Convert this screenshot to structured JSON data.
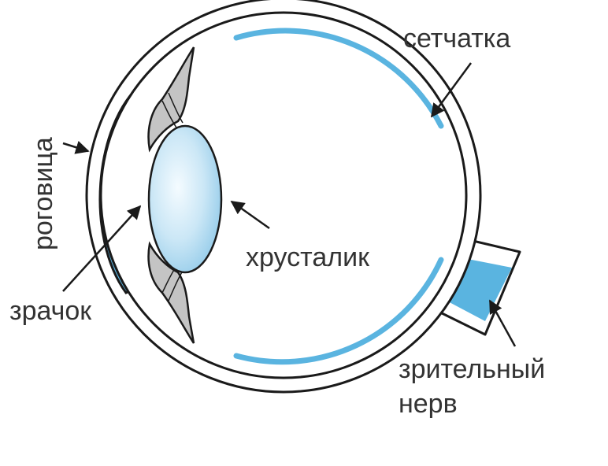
{
  "labels": {
    "retina": "сетчатка",
    "cornea": "роговица",
    "lens": "хрусталик",
    "pupil": "зрачок",
    "optic_nerve_line1": "зрительный",
    "optic_nerve_line2": "нерв"
  },
  "colors": {
    "outline": "#1a1a1a",
    "blue": "#5ab4e0",
    "light_blue": "#a9d8ef",
    "gray": "#c4c4c4",
    "text": "#333333"
  }
}
